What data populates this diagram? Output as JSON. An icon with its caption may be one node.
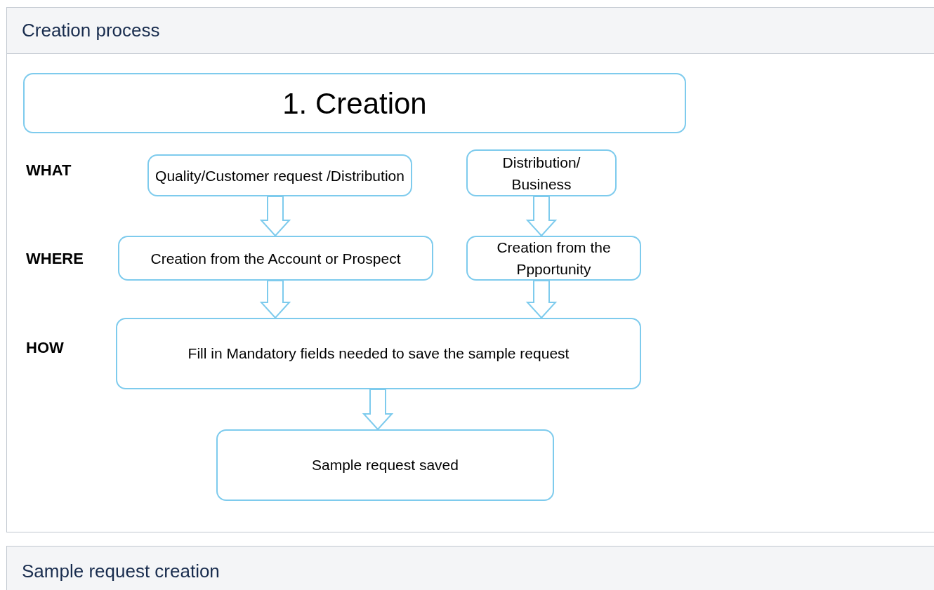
{
  "diagram": {
    "title": "Creation process",
    "nodes": [
      {
        "text": [
          "1. Creation"
        ]
      },
      {
        "text": [
          "Quality/Customer request /Distribution"
        ]
      },
      {
        "text": [
          "Distribution/ Business"
        ]
      },
      {
        "text": [
          "Creation from the Account or Prospect"
        ]
      },
      {
        "text": [
          "Creation from the Ppportunity"
        ]
      },
      {
        "text": [
          "Fill in Mandatory fields needed to save the sample request"
        ]
      },
      {
        "text": [
          "Sample request saved"
        ]
      }
    ],
    "edges": [
      {
        "from": 1,
        "to": 3,
        "arrow": "to"
      },
      {
        "from": 2,
        "to": 4,
        "arrow": "to"
      },
      {
        "from": 3,
        "to": 5,
        "arrow": "to"
      },
      {
        "from": 4,
        "to": 5,
        "arrow": "to"
      },
      {
        "from": 5,
        "to": 6,
        "arrow": "to"
      }
    ],
    "labels": [
      "WHAT",
      "WHERE",
      "HOW",
      "Sample request creation"
    ]
  }
}
